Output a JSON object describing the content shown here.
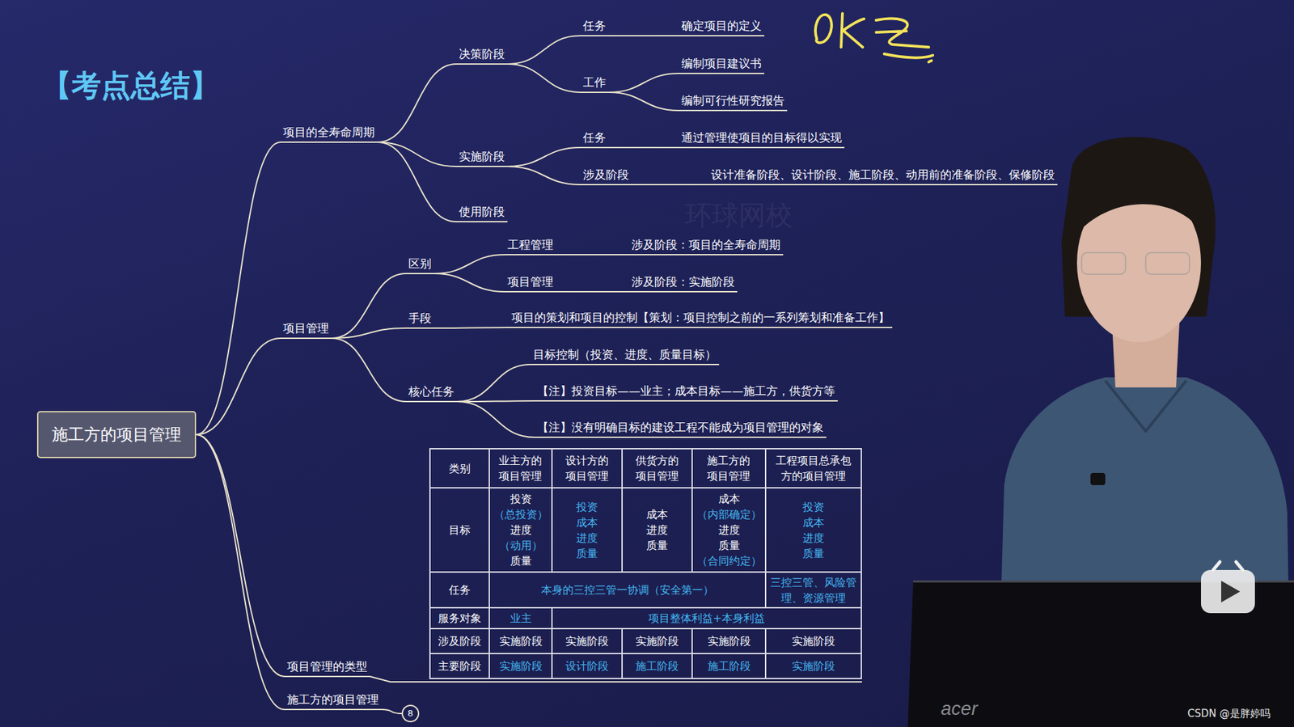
{
  "diagram": {
    "title": "【考点总结】",
    "nodes": [
      {
        "text": [
          "施工方的项目管理"
        ]
      },
      {
        "text": [
          "项目的全寿命周期"
        ]
      },
      {
        "text": [
          "决策阶段"
        ]
      },
      {
        "text": [
          "任务"
        ]
      },
      {
        "text": [
          "确定项目的定义"
        ]
      },
      {
        "text": [
          "工作"
        ]
      },
      {
        "text": [
          "编制项目建议书"
        ]
      },
      {
        "text": [
          "编制可行性研究报告"
        ]
      },
      {
        "text": [
          "实施阶段"
        ]
      },
      {
        "text": [
          "任务"
        ]
      },
      {
        "text": [
          "通过管理使项目的目标得以实现"
        ]
      },
      {
        "text": [
          "涉及阶段"
        ]
      },
      {
        "text": [
          "设计准备阶段、设计阶段、施工阶段、动用前的准备阶段、保修阶段"
        ]
      },
      {
        "text": [
          "使用阶段"
        ]
      },
      {
        "text": [
          "项目管理"
        ]
      },
      {
        "text": [
          "区别"
        ]
      },
      {
        "text": [
          "工程管理"
        ]
      },
      {
        "text": [
          "涉及阶段：项目的全寿命周期"
        ]
      },
      {
        "text": [
          "项目管理"
        ]
      },
      {
        "text": [
          "涉及阶段：实施阶段"
        ]
      },
      {
        "text": [
          "手段"
        ]
      },
      {
        "text": [
          "项目的策划和项目的控制【策划：项目控制之前的一系列筹划和准备工作】"
        ]
      },
      {
        "text": [
          "核心任务"
        ]
      },
      {
        "text": [
          "目标控制（投资、进度、质量目标）"
        ]
      },
      {
        "text": [
          "【注】投资目标——业主；成本目标——施工方，供货方等"
        ]
      },
      {
        "text": [
          "【注】没有明确目标的建设工程不能成为项目管理的对象"
        ]
      },
      {
        "text": [
          "项目管理的类型"
        ]
      },
      {
        "text": [
          "施工方的项目管理"
        ]
      },
      {
        "text": [
          "8"
        ]
      }
    ],
    "edges": [
      {
        "from": 0,
        "to": 1,
        "arrow": "none"
      },
      {
        "from": 1,
        "to": 2,
        "arrow": "none"
      },
      {
        "from": 2,
        "to": 3,
        "arrow": "none"
      },
      {
        "from": 3,
        "to": 4,
        "arrow": "none"
      },
      {
        "from": 2,
        "to": 5,
        "arrow": "none"
      },
      {
        "from": 5,
        "to": 6,
        "arrow": "none"
      },
      {
        "from": 5,
        "to": 7,
        "arrow": "none"
      },
      {
        "from": 1,
        "to": 8,
        "arrow": "none"
      },
      {
        "from": 8,
        "to": 9,
        "arrow": "none"
      },
      {
        "from": 9,
        "to": 10,
        "arrow": "none"
      },
      {
        "from": 8,
        "to": 11,
        "arrow": "none"
      },
      {
        "from": 11,
        "to": 12,
        "arrow": "none"
      },
      {
        "from": 1,
        "to": 13,
        "arrow": "none"
      },
      {
        "from": 0,
        "to": 14,
        "arrow": "none"
      },
      {
        "from": 14,
        "to": 15,
        "arrow": "none"
      },
      {
        "from": 15,
        "to": 16,
        "arrow": "none"
      },
      {
        "from": 16,
        "to": 17,
        "arrow": "none"
      },
      {
        "from": 15,
        "to": 18,
        "arrow": "none"
      },
      {
        "from": 18,
        "to": 19,
        "arrow": "none"
      },
      {
        "from": 14,
        "to": 20,
        "arrow": "none"
      },
      {
        "from": 20,
        "to": 21,
        "arrow": "none"
      },
      {
        "from": 14,
        "to": 22,
        "arrow": "none"
      },
      {
        "from": 22,
        "to": 23,
        "arrow": "none"
      },
      {
        "from": 22,
        "to": 24,
        "arrow": "none"
      },
      {
        "from": 22,
        "to": 25,
        "arrow": "none"
      },
      {
        "from": 0,
        "to": 26,
        "arrow": "none"
      },
      {
        "from": 0,
        "to": 27,
        "arrow": "none"
      },
      {
        "from": 27,
        "to": 28,
        "arrow": "none"
      }
    ],
    "labels": [
      "类别",
      "业主方的项目管理",
      "设计方的项目管理",
      "供货方的项目管理",
      "施工方的项目管理",
      "工程项目总承包方的项目管理",
      "目标",
      "投资",
      "（总投资）",
      "进度",
      "（动用）",
      "质量",
      "投资",
      "成本",
      "进度",
      "质量",
      "成本",
      "进度",
      "质量",
      "成本",
      "（内部确定）",
      "进度",
      "质量",
      "（合同约定）",
      "投资",
      "成本",
      "进度",
      "质量",
      "任务",
      "本身的三控三管一协调（安全第一）",
      "三控三管、风险管理、资源管理",
      "服务对象",
      "业主",
      "项目整体利益+本身利益",
      "涉及阶段",
      "实施阶段",
      "实施阶段",
      "实施阶段",
      "实施阶段",
      "实施阶段",
      "主要阶段",
      "实施阶段",
      "设计阶段",
      "施工阶段",
      "施工阶段",
      "实施阶段",
      "环球网校",
      "acer",
      "CSDN @是胖婷吗"
    ]
  }
}
